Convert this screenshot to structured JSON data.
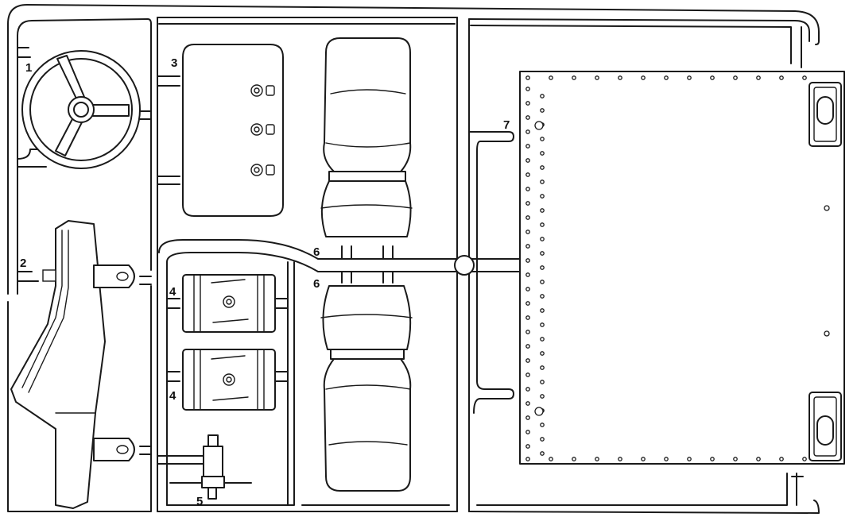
{
  "part_numbers": {
    "steering_wheel": "1",
    "dashboard": "2",
    "panel": "3",
    "seat_base_upper": "4",
    "seat_base_lower": "4",
    "lever": "5",
    "seat_upper": "6",
    "seat_lower": "6",
    "floor_plate": "7"
  },
  "colors": {
    "line": "#1a1a1a",
    "background": "#ffffff"
  },
  "icons": [
    "steering-wheel",
    "dashboard",
    "gauge-panel",
    "seat-base",
    "lever",
    "seat",
    "floor-plate"
  ]
}
